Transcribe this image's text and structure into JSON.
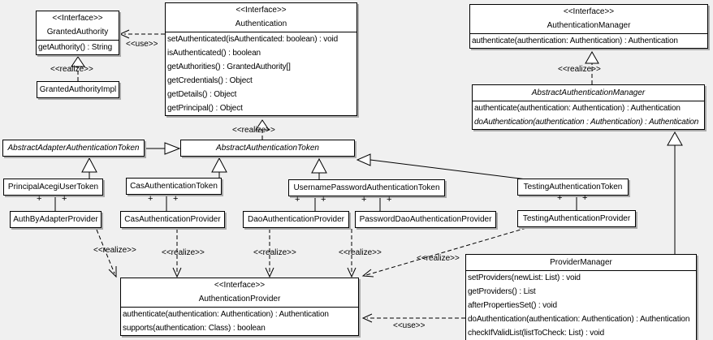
{
  "diagram": {
    "background": "#f0f0f0",
    "box_fill": "#ffffff",
    "line_color": "#000000",
    "shadow_color": "#aaaaaa"
  },
  "labels": {
    "use": "<<use>>",
    "realize": "<<realize>>",
    "plus": "+",
    "interface_stereotype": "<<Interface>>"
  },
  "classes": {
    "granted_authority": {
      "stereotype": "<<Interface>>",
      "name": "GrantedAuthority",
      "methods": [
        "getAuthority() : String"
      ]
    },
    "granted_authority_impl": {
      "name": "GrantedAuthorityImpl"
    },
    "authentication": {
      "stereotype": "<<Interface>>",
      "name": "Authentication",
      "methods": [
        "setAuthenticated(isAuthenticated: boolean) : void",
        "isAuthenticated() : boolean",
        "getAuthorities() : GrantedAuthority[]",
        "getCredentials() : Object",
        "getDetails() : Object",
        "getPrincipal() : Object"
      ]
    },
    "authentication_manager": {
      "stereotype": "<<Interface>>",
      "name": "AuthenticationManager",
      "methods": [
        "authenticate(authentication: Authentication) : Authentication"
      ]
    },
    "abstract_authentication_manager": {
      "name": "AbstractAuthenticationManager",
      "methods": [
        "authenticate(authentication: Authentication) : Authentication",
        "doAuthentication(authentication : Authentication) : Authentication"
      ]
    },
    "abstract_adapter_authentication_token": {
      "name": "AbstractAdapterAuthenticationToken"
    },
    "abstract_authentication_token": {
      "name": "AbstractAuthenticationToken"
    },
    "principal_acegi_user_token": {
      "name": "PrincipalAcegiUserToken"
    },
    "cas_authentication_token": {
      "name": "CasAuthenticationToken"
    },
    "username_password_authentication_token": {
      "name": "UsernamePasswordAuthenticationToken"
    },
    "testing_authentication_token": {
      "name": "TestingAuthenticationToken"
    },
    "auth_by_adapter_provider": {
      "name": "AuthByAdapterProvider"
    },
    "cas_authentication_provider": {
      "name": "CasAuthenticationProvider"
    },
    "dao_authentication_provider": {
      "name": "DaoAuthenticationProvider"
    },
    "password_dao_authentication_provider": {
      "name": "PasswordDaoAuthenticationProvider"
    },
    "testing_authentication_provider": {
      "name": "TestingAuthenticationProvider"
    },
    "authentication_provider": {
      "stereotype": "<<Interface>>",
      "name": "AuthenticationProvider",
      "methods": [
        "authenticate(authentication: Authentication) : Authentication",
        "supports(authentication: Class) : boolean"
      ]
    },
    "provider_manager": {
      "name": "ProviderManager",
      "methods": [
        "setProviders(newList: List) : void",
        "getProviders() : List",
        "afterPropertiesSet() : void",
        "doAuthentication(authentication: Authentication) : Authentication",
        "checkIfValidList(listToCheck: List) : void"
      ]
    }
  }
}
